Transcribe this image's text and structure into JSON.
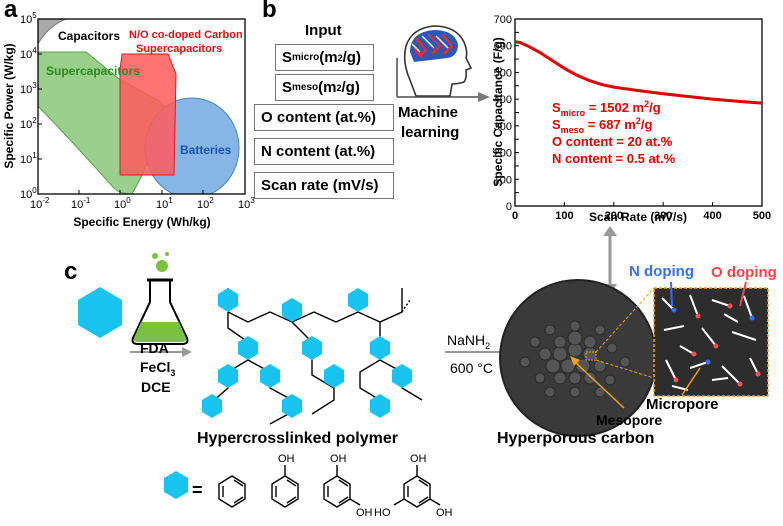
{
  "panels": {
    "a": "a",
    "b": "b",
    "c": "c"
  },
  "ragone": {
    "xlabel": "Specific Energy (Wh/kg)",
    "ylabel": "Specific Power (W/kg)",
    "xticks": [
      "10",
      "10",
      "10",
      "10",
      "10",
      "10"
    ],
    "xexp": [
      "-2",
      "-1",
      "0",
      "1",
      "2",
      "3"
    ],
    "yticks": [
      "10",
      "10",
      "10",
      "10",
      "10",
      "10"
    ],
    "yexp": [
      "0",
      "1",
      "2",
      "3",
      "4",
      "5"
    ],
    "regions": {
      "capacitors": "Capacitors",
      "supercapacitors": "Supercapacitors",
      "batteries": "Batteries",
      "no_carbon_line1": "N/O co-doped Carbon",
      "no_carbon_line2": "Supercapacitors"
    },
    "colors": {
      "capacitors": "#aaaaaa",
      "supercapacitors": "#8fca80",
      "batteries": "#7fb2e5",
      "no_carbon": "#ff5b5b"
    }
  },
  "ml": {
    "input_title": "Input",
    "inputs": [
      {
        "main": "S",
        "sub": "micro",
        "unit_pre": " (m",
        "sup": "2",
        "unit_post": "/g)"
      },
      {
        "main": "S",
        "sub": "meso",
        "unit_pre": " (m",
        "sup": "2",
        "unit_post": "/g)"
      }
    ],
    "inputs_plain": [
      "O content (at.%)",
      "N content (at.%)",
      "Scan rate (mV/s)"
    ],
    "ml_label_1": "Machine",
    "ml_label_2": "learning"
  },
  "chart_data": {
    "type": "line",
    "xlabel": "Scan Rate (mV/s)",
    "ylabel": "Specific Capacitance (F/g)",
    "xlim": [
      0,
      500
    ],
    "ylim": [
      0,
      700
    ],
    "xticks": [
      0,
      100,
      200,
      300,
      400,
      500
    ],
    "yticks": [
      0,
      50,
      100,
      150,
      200,
      250,
      300,
      350,
      400,
      450,
      500,
      550,
      600,
      650,
      700
    ],
    "series": [
      {
        "color": "#e00000",
        "x": [
          0,
          10,
          25,
          50,
          75,
          100,
          125,
          150,
          175,
          200,
          250,
          300,
          350,
          400,
          450,
          500
        ],
        "y": [
          615,
          612,
          600,
          575,
          545,
          515,
          490,
          470,
          455,
          445,
          432,
          420,
          410,
          400,
          392,
          385
        ]
      }
    ],
    "annotations": [
      {
        "main": "S",
        "sub": "micro",
        "value": " = 1502 m",
        "sup": "2",
        "post": "/g"
      },
      {
        "main": "S",
        "sub": "meso",
        "value": " = 687 m",
        "sup": "2",
        "post": "/g"
      },
      {
        "text": "O content = 20 at.%"
      },
      {
        "text": "N content = 0.5 at.%"
      }
    ],
    "annotation_color": "#e00000"
  },
  "synthesis": {
    "fda": "FDA",
    "fecl": "FeCl",
    "fecl_sub": "3",
    "dce": "DCE",
    "nanh": "NaNH",
    "nanh_sub": "2",
    "temp": "600 °C",
    "polymer_label": "Hypercrosslinked polymer",
    "carbon_label": "Hyperporous carbon",
    "n_doping": "N doping",
    "o_doping": "O doping",
    "micropore": "Micropore",
    "mesopore": "Mesopore",
    "hex_color": "#19c3f0",
    "n_color": "#3a6ff0",
    "o_color": "#f04848",
    "equals": "=",
    "oh": "OH",
    "ho": "HO"
  }
}
